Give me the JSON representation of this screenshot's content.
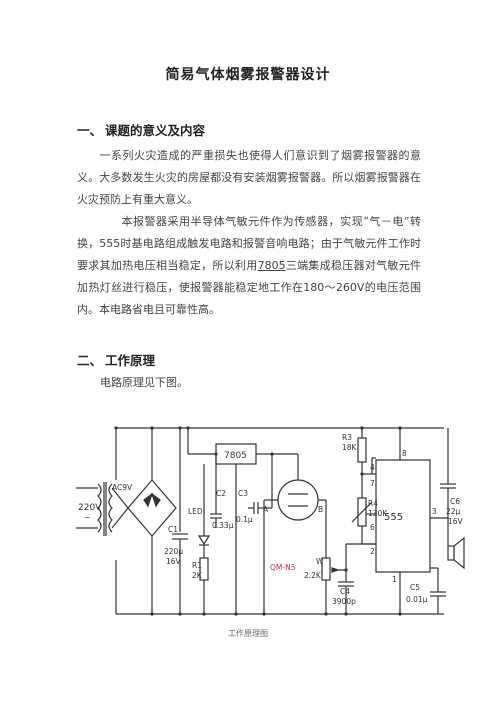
{
  "doc": {
    "title": "简易气体烟雾报警器设计",
    "section1": {
      "num": "一、",
      "heading": "课题的意义及内容",
      "para1": "一系列火灾造成的严重损失也使得人们意识到了烟雾报警器的意义。大多数发生火灾的房屋都没有安装烟雾报警器。所以烟雾报警器在火灾预防上有重大意义。",
      "para2_a": "本报警器采用半导体气敏元件作为传感器，实现“气－电”转换，",
      "para2_555": "555",
      "para2_b": "时基电路组成触发电路和报警音响电路；由于气敏元件工作时要求其加热电压相当稳定，所以利用",
      "para2_7805": "7805",
      "para2_c": "三端集成稳压器对气敏元件加热灯丝进行稳压，使报警器能稳定地工作在",
      "para2_range": "180～260V",
      "para2_d": "的电压范围内。本电路省电且可靠性高。"
    },
    "section2": {
      "num": "二、",
      "heading": "工作原理",
      "para1": "电路原理见下图。"
    },
    "diagram": {
      "ac_label": "AC9V",
      "mains_value": "220V",
      "mains_symbol": "~",
      "regulator": "7805",
      "sensor": "QM-N5",
      "sensor_a": "A",
      "sensor_b": "B",
      "led": "LED",
      "timer": "555",
      "c1": "C1",
      "c1_val1": "220μ",
      "c1_val2": "16V",
      "c2": "C2",
      "c2_val": "0.33μ",
      "c3": "C3",
      "c3_val": "0.1μ",
      "c4": "C4",
      "c4_val": "3900p",
      "c5": "C5",
      "c5_val": "0.01μ",
      "c6": "C6",
      "c6_val1": "22μ",
      "c6_val2": "16V",
      "r1": "R1",
      "r1_val": "2K",
      "r3": "R3",
      "r3_val": "18K",
      "r4": "R4",
      "r4_val": "130K",
      "w": "W",
      "w_val": "2.2K",
      "pins": [
        "8",
        "4",
        "7",
        "6",
        "2",
        "3",
        "1"
      ]
    },
    "caption": "工作原理图"
  }
}
